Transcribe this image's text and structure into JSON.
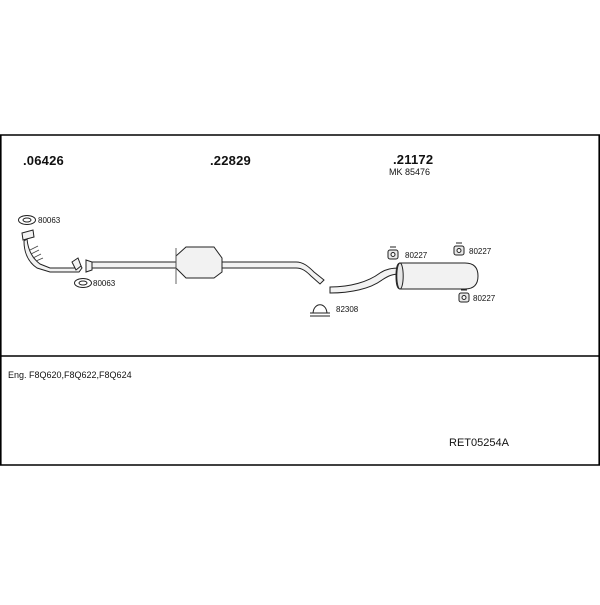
{
  "parts": {
    "front_pipe": {
      "number": ".06426"
    },
    "catalyst_pipe": {
      "number": ".22829"
    },
    "rear_silencer": {
      "number": ".21172",
      "mk_number": "MK 85476"
    }
  },
  "fittings": {
    "gasket_top": "80063",
    "gasket_bottom": "80063",
    "clamp": "82308",
    "hanger_left": "80227",
    "hanger_right": "80227",
    "hanger_lower": "80227"
  },
  "engine_line": "Eng. F8Q620,F8Q622,F8Q624",
  "kit_code": "RET05254A"
}
